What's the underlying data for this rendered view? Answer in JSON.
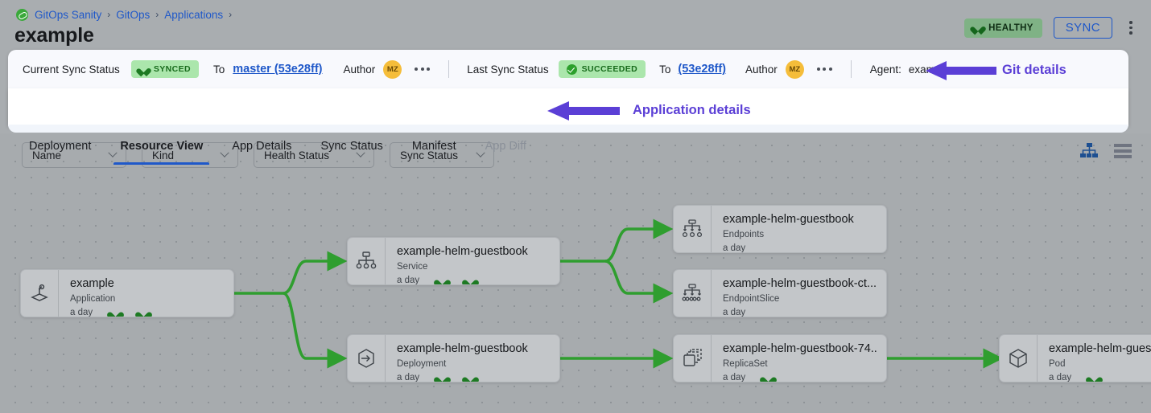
{
  "breadcrumb": {
    "logo_icon": "gitops-logo-icon",
    "items": [
      "GitOps Sanity",
      "GitOps",
      "Applications"
    ],
    "separator": "›",
    "trailing_separator": "›"
  },
  "header": {
    "title": "example",
    "health_badge": {
      "label": "HEALTHY",
      "icon": "heart-icon",
      "bg": "#7fb285",
      "fg": "#0f2d14"
    },
    "sync_button": {
      "label": "SYNC",
      "color": "#1f58c9"
    },
    "overflow_menu_icon": "kebab-menu-icon"
  },
  "sync_bar": {
    "current": {
      "label": "Current Sync Status",
      "status": "SYNCED",
      "status_icon": "heart-icon",
      "to_label": "To",
      "revision": "master (53e28ff)",
      "author_label": "Author",
      "author_initials": "MZ",
      "overflow_icon": "ellipsis-icon"
    },
    "last": {
      "label": "Last Sync Status",
      "status": "SUCCEEDED",
      "status_icon": "check-circle-icon",
      "to_label": "To",
      "revision": "(53e28ff)",
      "author_label": "Author",
      "author_initials": "MZ",
      "overflow_icon": "ellipsis-icon"
    },
    "agent_label": "Agent:",
    "agent_value": "example"
  },
  "tabs": [
    {
      "label": "Deployment",
      "active": false,
      "disabled": false
    },
    {
      "label": "Resource View",
      "active": true,
      "disabled": false
    },
    {
      "label": "App Details",
      "active": false,
      "disabled": false
    },
    {
      "label": "Sync Status",
      "active": false,
      "disabled": false
    },
    {
      "label": "Manifest",
      "active": false,
      "disabled": false
    },
    {
      "label": "App Diff",
      "active": false,
      "disabled": true
    }
  ],
  "annotations": [
    {
      "text": "Git details",
      "color": "#5b3fd6",
      "arrow_icon": "left-arrow-icon"
    },
    {
      "text": "Application details",
      "color": "#5b3fd6",
      "arrow_icon": "left-arrow-icon"
    }
  ],
  "filters": [
    {
      "label": "Name",
      "icon": "chevron-down-icon"
    },
    {
      "label": "Kind",
      "icon": "chevron-down-icon"
    },
    {
      "label": "Health Status",
      "icon": "chevron-down-icon"
    },
    {
      "label": "Sync Status",
      "icon": "chevron-down-icon"
    }
  ],
  "view_toggle": {
    "tree_icon": "tree-view-icon",
    "list_icon": "list-view-icon",
    "active": "tree",
    "active_color": "#1d4f91",
    "inactive_color": "#6f7480"
  },
  "graph": {
    "edge_color": "#2f9e2f",
    "nodes": [
      {
        "id": "app",
        "title": "example",
        "kind": "Application",
        "age": "a day",
        "icon": "application-icon",
        "hearts": 2
      },
      {
        "id": "service",
        "title": "example-helm-guestbook",
        "kind": "Service",
        "age": "a day",
        "icon": "service-icon",
        "hearts": 2
      },
      {
        "id": "deployment",
        "title": "example-helm-guestbook",
        "kind": "Deployment",
        "age": "a day",
        "icon": "deployment-icon",
        "hearts": 2
      },
      {
        "id": "endpoints",
        "title": "example-helm-guestbook",
        "kind": "Endpoints",
        "age": "a day",
        "icon": "endpoints-icon",
        "hearts": 0
      },
      {
        "id": "endpointslice",
        "title": "example-helm-guestbook-ct...",
        "kind": "EndpointSlice",
        "age": "a day",
        "icon": "endpointslice-icon",
        "hearts": 0
      },
      {
        "id": "replicaset",
        "title": "example-helm-guestbook-74...",
        "kind": "ReplicaSet",
        "age": "a day",
        "icon": "replicaset-icon",
        "hearts": 1
      },
      {
        "id": "pod",
        "title": "example-helm-guest",
        "kind": "Pod",
        "age": "a day",
        "icon": "pod-icon",
        "hearts": 1
      }
    ]
  }
}
